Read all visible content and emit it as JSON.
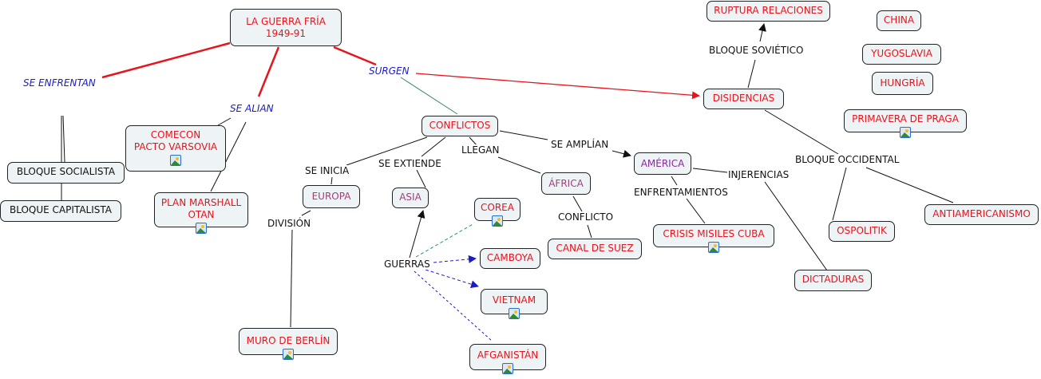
{
  "colors": {
    "node_text_red": "#e8141c",
    "node_text_purple": "#8a2a9a",
    "node_text_mauve": "#a0407a",
    "node_bg": "#eef3f5",
    "link_red": "#e8141c",
    "link_black": "#111111",
    "link_green": "#3a8a5a",
    "link_blue_dashed": "#1a1ac8",
    "label_blue": "#1a1ac8"
  },
  "nodes": {
    "guerra_fria": "LA GUERRA FRÍA\n1949-91",
    "bloque_socialista": "BLOQUE SOCIALISTA",
    "bloque_capitalista": "BLOQUE CAPITALISTA",
    "comecon": "COMECON\nPACTO VARSOVIA",
    "plan_marshall": "PLAN MARSHALL\nOTAN",
    "conflictos": "CONFLICTOS",
    "europa": "EUROPA",
    "asia": "ASIA",
    "africa": "ÁFRICA",
    "america": "AMÉRICA",
    "muro_berlin": "MURO DE BERLÍN",
    "corea": "COREA",
    "camboya": "CAMBOYA",
    "vietnam": "VIETNAM",
    "afganistan": "AFGANISTÁN",
    "canal_suez": "CANAL DE SUEZ",
    "crisis_misiles": "CRISIS MISILES CUBA",
    "disidencias": "DISIDENCIAS",
    "ruptura": "RUPTURA RELACIONES",
    "china": "CHINA",
    "yugoslavia": "YUGOSLAVIA",
    "hungria": "HUNGRÍA",
    "primavera_praga": "PRIMAVERA DE PRAGA",
    "ospolitik": "OSPOLITIK",
    "antiamericanismo": "ANTIAMERICANISMO",
    "dictaduras": "DICTADURAS"
  },
  "link_labels": {
    "se_enfrentan": "SE ENFRENTAN",
    "se_alian": "SE ALIAN",
    "surgen": "SURGEN",
    "se_inicia": "SE INICIA",
    "se_extiende": "SE EXTIENDE",
    "llegan": "LLEGAN",
    "se_amplian": "SE AMPLÍAN",
    "division": "DIVISIÓN",
    "guerras": "GUERRAS",
    "conflicto": "CONFLICTO",
    "enfrentamientos": "ENFRENTAMIENTOS",
    "injerencias": "INJERENCIAS",
    "bloque_sovietico": "BLOQUE SOVIÉTICO",
    "bloque_occidental": "BLOQUE OCCIDENTAL"
  },
  "icons": {
    "attached_image": "image-resource-icon"
  }
}
